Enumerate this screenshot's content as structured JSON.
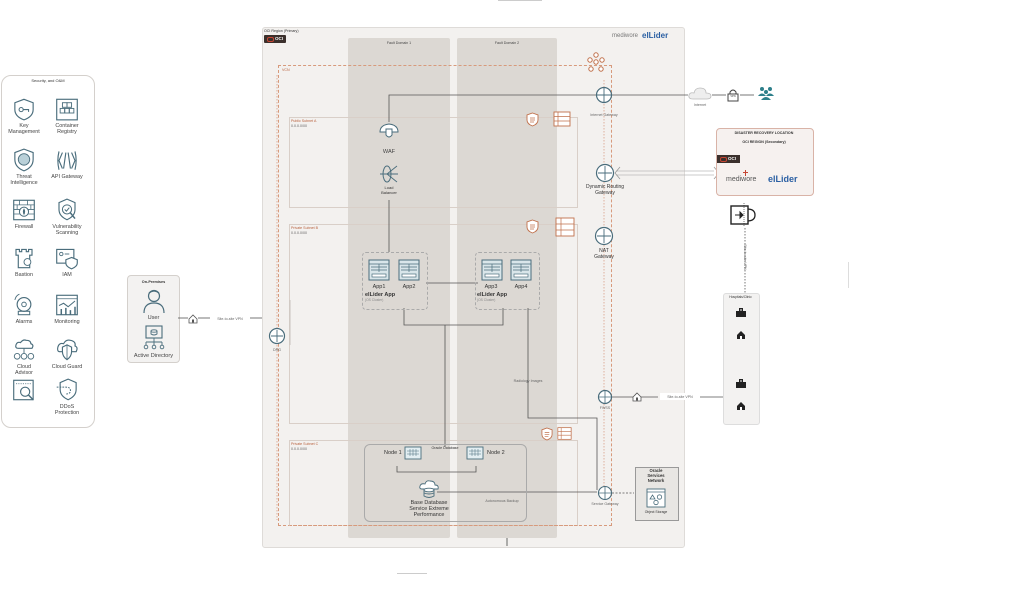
{
  "top_marks": {
    "top": "",
    "bottom": ""
  },
  "security_panel": {
    "title": "Security, and O&M",
    "items": [
      {
        "icon": "key-management-icon",
        "label": "Key\nManagement"
      },
      {
        "icon": "container-registry-icon",
        "label": "Container\nRegistry"
      },
      {
        "icon": "threat-intelligence-icon",
        "label": "Threat\nIntelligence"
      },
      {
        "icon": "api-gateway-icon",
        "label": "API Gateway"
      },
      {
        "icon": "firewall-icon",
        "label": "Firewall"
      },
      {
        "icon": "vulnerability-scanning-icon",
        "label": "Vulnerability\nScanning"
      },
      {
        "icon": "bastion-icon",
        "label": "Bastion"
      },
      {
        "icon": "iam-icon",
        "label": "IAM"
      },
      {
        "icon": "alarms-icon",
        "label": "Alarms"
      },
      {
        "icon": "monitoring-icon",
        "label": "Monitoring"
      },
      {
        "icon": "cloud-advisor-icon",
        "label": "Cloud\nAdvisor"
      },
      {
        "icon": "cloud-guard-icon",
        "label": "Cloud Guard"
      },
      {
        "icon": "logging-analytics-icon",
        "label": ""
      },
      {
        "icon": "ddos-protection-icon",
        "label": "DDoS\nProtection"
      }
    ]
  },
  "on_premises": {
    "title": "On-Premises",
    "user_label": "User",
    "ad_label": "Active Directory",
    "vpn_label": "Site-to-site VPN"
  },
  "region": {
    "title": "OCI Region (Primary)",
    "oci_badge": "OCI",
    "brand_mediwore": "mediwore",
    "brand_ellider": "elLider",
    "fault_domain_1": "Fault Domain 1",
    "fault_domain_2": "Fault Domain 2",
    "vcn_label": "VCN",
    "cpe_label": "DRG",
    "public_subnet": {
      "name": "Public Subnet A",
      "cidr": "0.0.0.0/00"
    },
    "private_subnet_b": {
      "name": "Private Subnet B",
      "cidr": "0.0.0.0/00"
    },
    "private_subnet_c": {
      "name": "Private Subnet C",
      "cidr": "0.0.0.0/00"
    },
    "waf_label": "WAF",
    "lb_label": "Load\nBalancer",
    "internet_gateway": "Internet Gateway",
    "drg_label": "Dynamic Routing\nGateway",
    "nat_label": "NAT\nGateway",
    "fwss_label": "FWSS",
    "service_gateway": "Service Gateway",
    "radiology_images": "Radiology Images",
    "app_cluster_1": {
      "app_a": "App1",
      "app_b": "App2",
      "name": "elLider App",
      "sub": "(OS Cluster)"
    },
    "app_cluster_2": {
      "app_a": "App3",
      "app_b": "App4",
      "name": "elLider App",
      "sub": "(OS Cluster)"
    },
    "database": {
      "title": "Oracle Database",
      "node1": "Node 1",
      "node2": "Node 2",
      "service": "Base Database\nService Extreme\nPerformance",
      "backup_label": "Autonomous Backup"
    },
    "osn": {
      "title": "Oracle\nServices\nNetwork",
      "storage": "Object Storage"
    }
  },
  "internet": {
    "label": "Internet",
    "vpn_badge": "VPN"
  },
  "dr_location": {
    "title": "DISASTER RECOVERY LOCATION",
    "subtitle": "OCI REGION (Secondary)",
    "oci_badge": "OCI",
    "brand_mediwore": "mediwore",
    "brand_ellider": "elLider"
  },
  "hospitals": {
    "title": "Hospitals/Clinic",
    "vpn_label": "Site-to-site VPN",
    "vpn_label_2": "Site-to-site VPN"
  },
  "colors": {
    "accent_orange": "#c0704b",
    "icon_blue": "#4a6d7c",
    "fault_domain": "#dcd8d3",
    "region_bg": "#f3f1ef"
  }
}
